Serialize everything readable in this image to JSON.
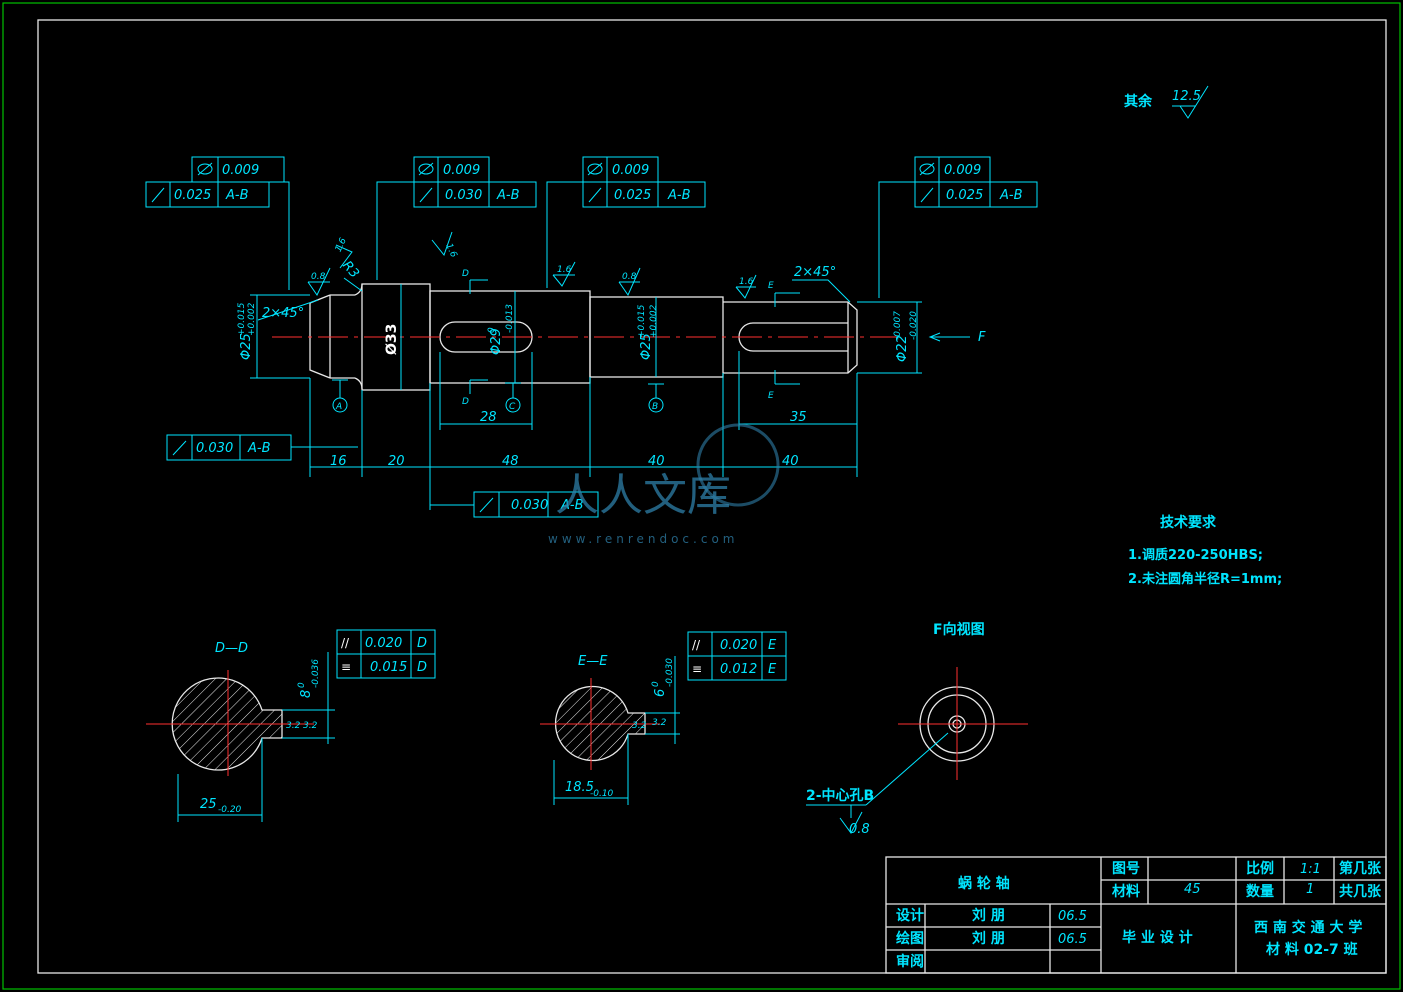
{
  "general_roughness": {
    "label": "其余",
    "value": "12.5"
  },
  "tolerance_frames": {
    "f1": {
      "circ": "0.009",
      "runout": "0.025",
      "datum": "A-B"
    },
    "f2": {
      "circ": "0.009",
      "runout": "0.030",
      "datum": "A-B"
    },
    "f3": {
      "circ": "0.009",
      "runout": "0.025",
      "datum": "A-B"
    },
    "f4": {
      "circ": "0.009",
      "runout": "0.025",
      "datum": "A-B"
    },
    "f5": {
      "runout": "0.030",
      "datum": "A-B"
    },
    "f6": {
      "runout": "0.030",
      "datum": "A-B"
    }
  },
  "roughness_marks": [
    "1.6",
    "1.6",
    "1.6",
    "0.8",
    "0.8",
    "1.6",
    "0.8"
  ],
  "shaft": {
    "chamfer_left": "2×45°",
    "chamfer_right": "2×45°",
    "radius": "R3",
    "dia_left": "Φ25",
    "dia_left_tol_up": "+0.015",
    "dia_left_tol_low": "+0.002",
    "dia_33": "Ø33",
    "dia_29": "Φ29",
    "dia_29_tol_up": "0",
    "dia_29_tol_low": "-0.013",
    "dia_25b": "Φ25",
    "dia_25b_tol_up": "+0.015",
    "dia_25b_tol_low": "+0.002",
    "dia_22": "Φ22",
    "dia_22_tol_up": "-0.007",
    "dia_22_tol_low": "-0.020",
    "datums": [
      "A",
      "C",
      "B"
    ],
    "section_marks": [
      "D",
      "D",
      "E",
      "E"
    ],
    "view_arrow": "F",
    "lengths": [
      "16",
      "20",
      "48",
      "40",
      "40"
    ],
    "keyway_left": "28",
    "keyway_right": "35"
  },
  "section_dd": {
    "title": "D—D",
    "key_width": "8",
    "key_tol_up": "0",
    "key_tol_low": "-0.036",
    "depth": "25",
    "depth_tol": "-0.20",
    "roughness": "3.2",
    "tol_parallel": "0.020",
    "tol_sym": "0.015",
    "datum": "D"
  },
  "section_ee": {
    "title": "E—E",
    "key_width": "6",
    "key_tol_up": "0",
    "key_tol_low": "-0.030",
    "depth": "18.5",
    "depth_tol": "-0.10",
    "roughness": "3.2",
    "tol_parallel": "0.020",
    "tol_sym": "0.012",
    "datum": "E"
  },
  "view_f": {
    "title": "F向视图",
    "center_holes": "2-中心孔B",
    "roughness": "0.8"
  },
  "tech_req": {
    "title": "技术要求",
    "items": [
      "1.调质220-250HBS;",
      "2.未注圆角半径R=1mm;"
    ]
  },
  "title_block": {
    "part_name": "蜗 轮 轴",
    "drawing_no_label": "图号",
    "material_label": "材料",
    "material": "45",
    "scale_label": "比例",
    "scale": "1:1",
    "sheet_label": "第几张",
    "qty_label": "数量",
    "qty": "1",
    "total_label": "共几张",
    "design_label": "设计",
    "draw_label": "绘图",
    "review_label": "审阅",
    "designer": "刘 朋",
    "drafter": "刘 朋",
    "date1": "06.5",
    "date2": "06.5",
    "project": "毕 业 设 计",
    "school": "西 南 交 通 大 学",
    "class": "材 料 02-7 班"
  },
  "watermark": {
    "text": "人人文库",
    "url": "www.renrendoc.com"
  }
}
